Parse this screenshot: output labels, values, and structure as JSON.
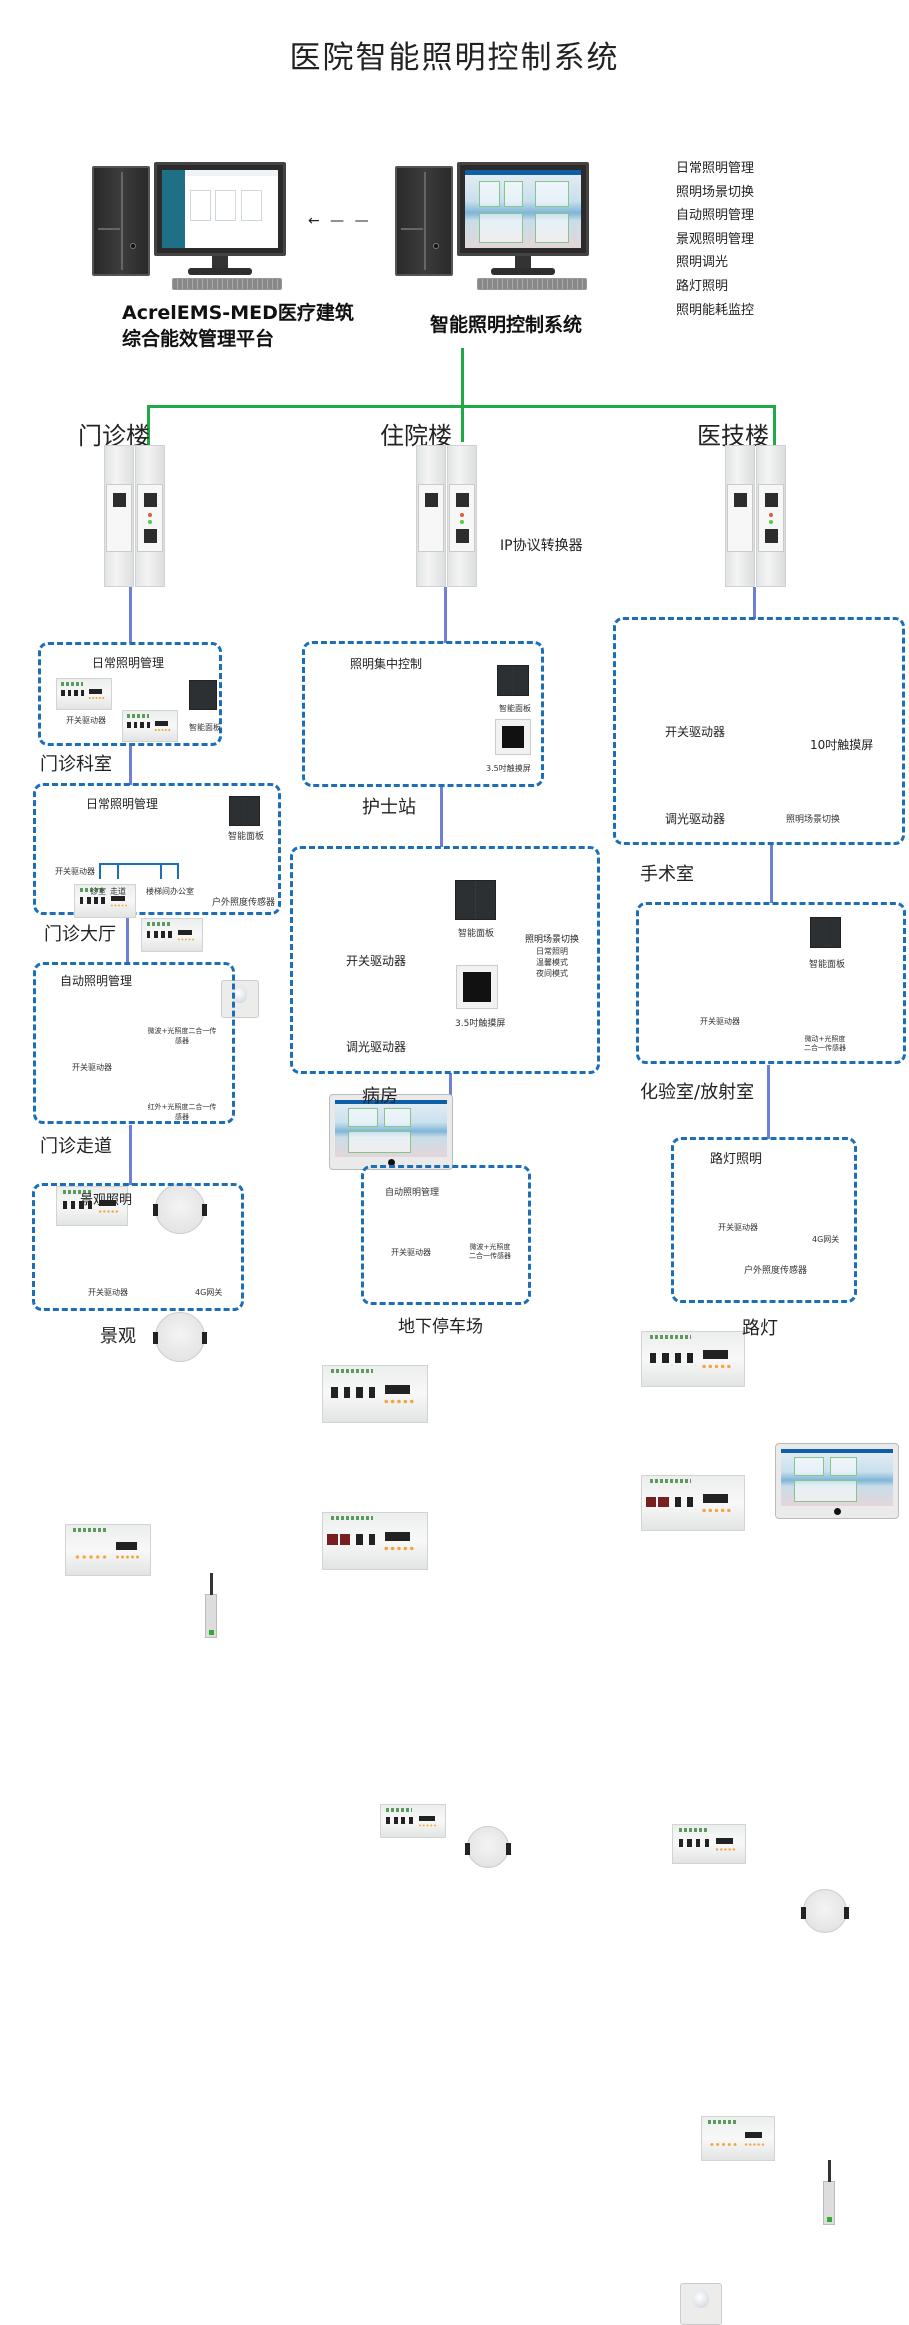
{
  "title": "医院智能照明控制系统",
  "top": {
    "left_pc_label_line1": "AcrelEMS-MED医疗建筑",
    "left_pc_label_line2": "综合能效管理平台",
    "right_pc_label": "智能照明控制系统",
    "arrow": "←  — —",
    "functions": [
      "日常照明管理",
      "照明场景切换",
      "自动照明管理",
      "景观照明管理",
      "照明调光",
      "路灯照明",
      "照明能耗监控"
    ]
  },
  "buildings": [
    {
      "label": "门诊楼"
    },
    {
      "label": "住院楼"
    },
    {
      "label": "医技楼"
    }
  ],
  "converter_label": "IP协议转换器",
  "colors": {
    "backbone": "#1faa47",
    "branch": "#6f7fd6",
    "box_border": "#1c6fb7"
  },
  "boxes": {
    "mz_keshi": {
      "heading": "日常照明管理",
      "driver_label": "开关驱动器",
      "panel_label": "智能面板",
      "section": "门诊科室"
    },
    "mz_dating": {
      "heading": "日常照明管理",
      "driver_label": "开关驱动器",
      "panel_label": "智能面板",
      "sensor_label": "户外照度传感器",
      "circuits": [
        "诊室",
        "走道",
        "楼梯间",
        "办公室"
      ],
      "section": "门诊大厅"
    },
    "mz_zoudao": {
      "heading": "自动照明管理",
      "driver_label": "开关驱动器",
      "sensor1_label": "微波+光照度二合一传感器",
      "sensor2_label": "红外+光照度二合一传感器",
      "section": "门诊走道"
    },
    "jingguan": {
      "heading": "景观照明",
      "driver_label": "开关驱动器",
      "gateway_label": "4G网关",
      "section": "景观"
    },
    "hushizhan": {
      "heading": "照明集中控制",
      "panel_label": "智能面板",
      "touch_label": "3.5吋触摸屏",
      "section": "护士站"
    },
    "bingfang": {
      "switch_label": "开关驱动器",
      "dimmer_label": "调光驱动器",
      "panel_label": "智能面板",
      "touch_label": "3.5吋触摸屏",
      "scene_title": "照明场景切换",
      "scenes": [
        "日常照明",
        "温馨模式",
        "夜间模式"
      ],
      "section": "病房"
    },
    "tingchechang": {
      "heading": "自动照明管理",
      "driver_label": "开关驱动器",
      "sensor_label_line1": "微波+光照度",
      "sensor_label_line2": "二合一传感器",
      "section": "地下停车场"
    },
    "shoushushi": {
      "switch_label": "开关驱动器",
      "dimmer_label": "调光驱动器",
      "touch_label": "10吋触摸屏",
      "scene_label": "照明场景切换",
      "section": "手术室"
    },
    "huayanshi": {
      "driver_label": "开关驱动器",
      "panel_label": "智能面板",
      "sensor_label_line1": "微动+光照度",
      "sensor_label_line2": "二合一传感器",
      "section": "化验室/放射室"
    },
    "ludeng": {
      "heading": "路灯照明",
      "driver_label": "开关驱动器",
      "gateway_label": "4G网关",
      "sensor_label": "户外照度传感器",
      "section": "路灯"
    }
  }
}
